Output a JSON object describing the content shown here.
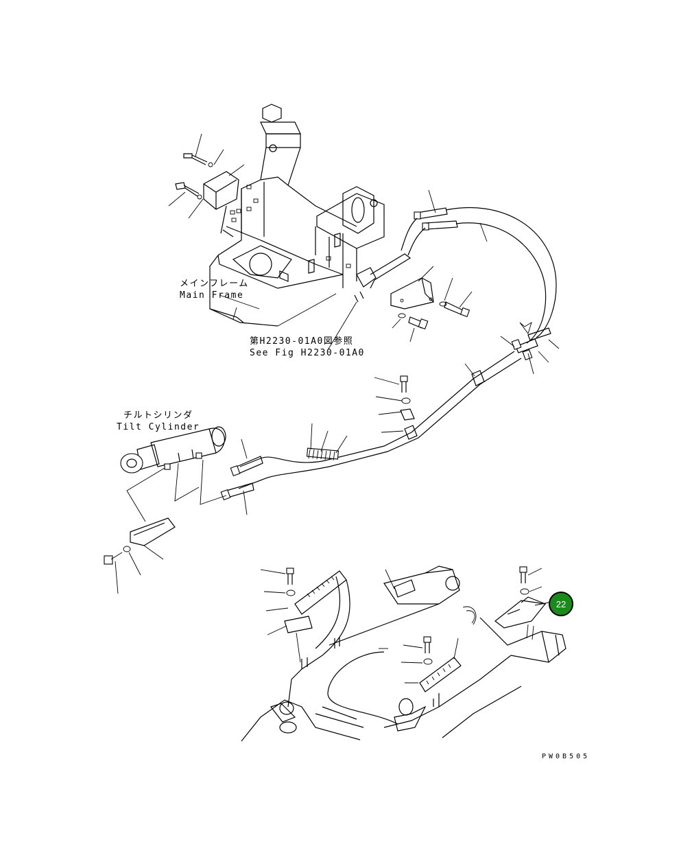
{
  "labels": {
    "main_frame_jp": "メインフレーム",
    "main_frame_en": "Main Frame",
    "see_fig_jp": "第H2230-01A0図参照",
    "see_fig_en": "See Fig H2230-01A0",
    "tilt_cyl_jp": "チルトシリンダ",
    "tilt_cyl_en": "Tilt Cylinder",
    "drawing_code": "PW0B505"
  },
  "callouts": [
    {
      "number": "22",
      "color": "#1a8a1a"
    }
  ]
}
